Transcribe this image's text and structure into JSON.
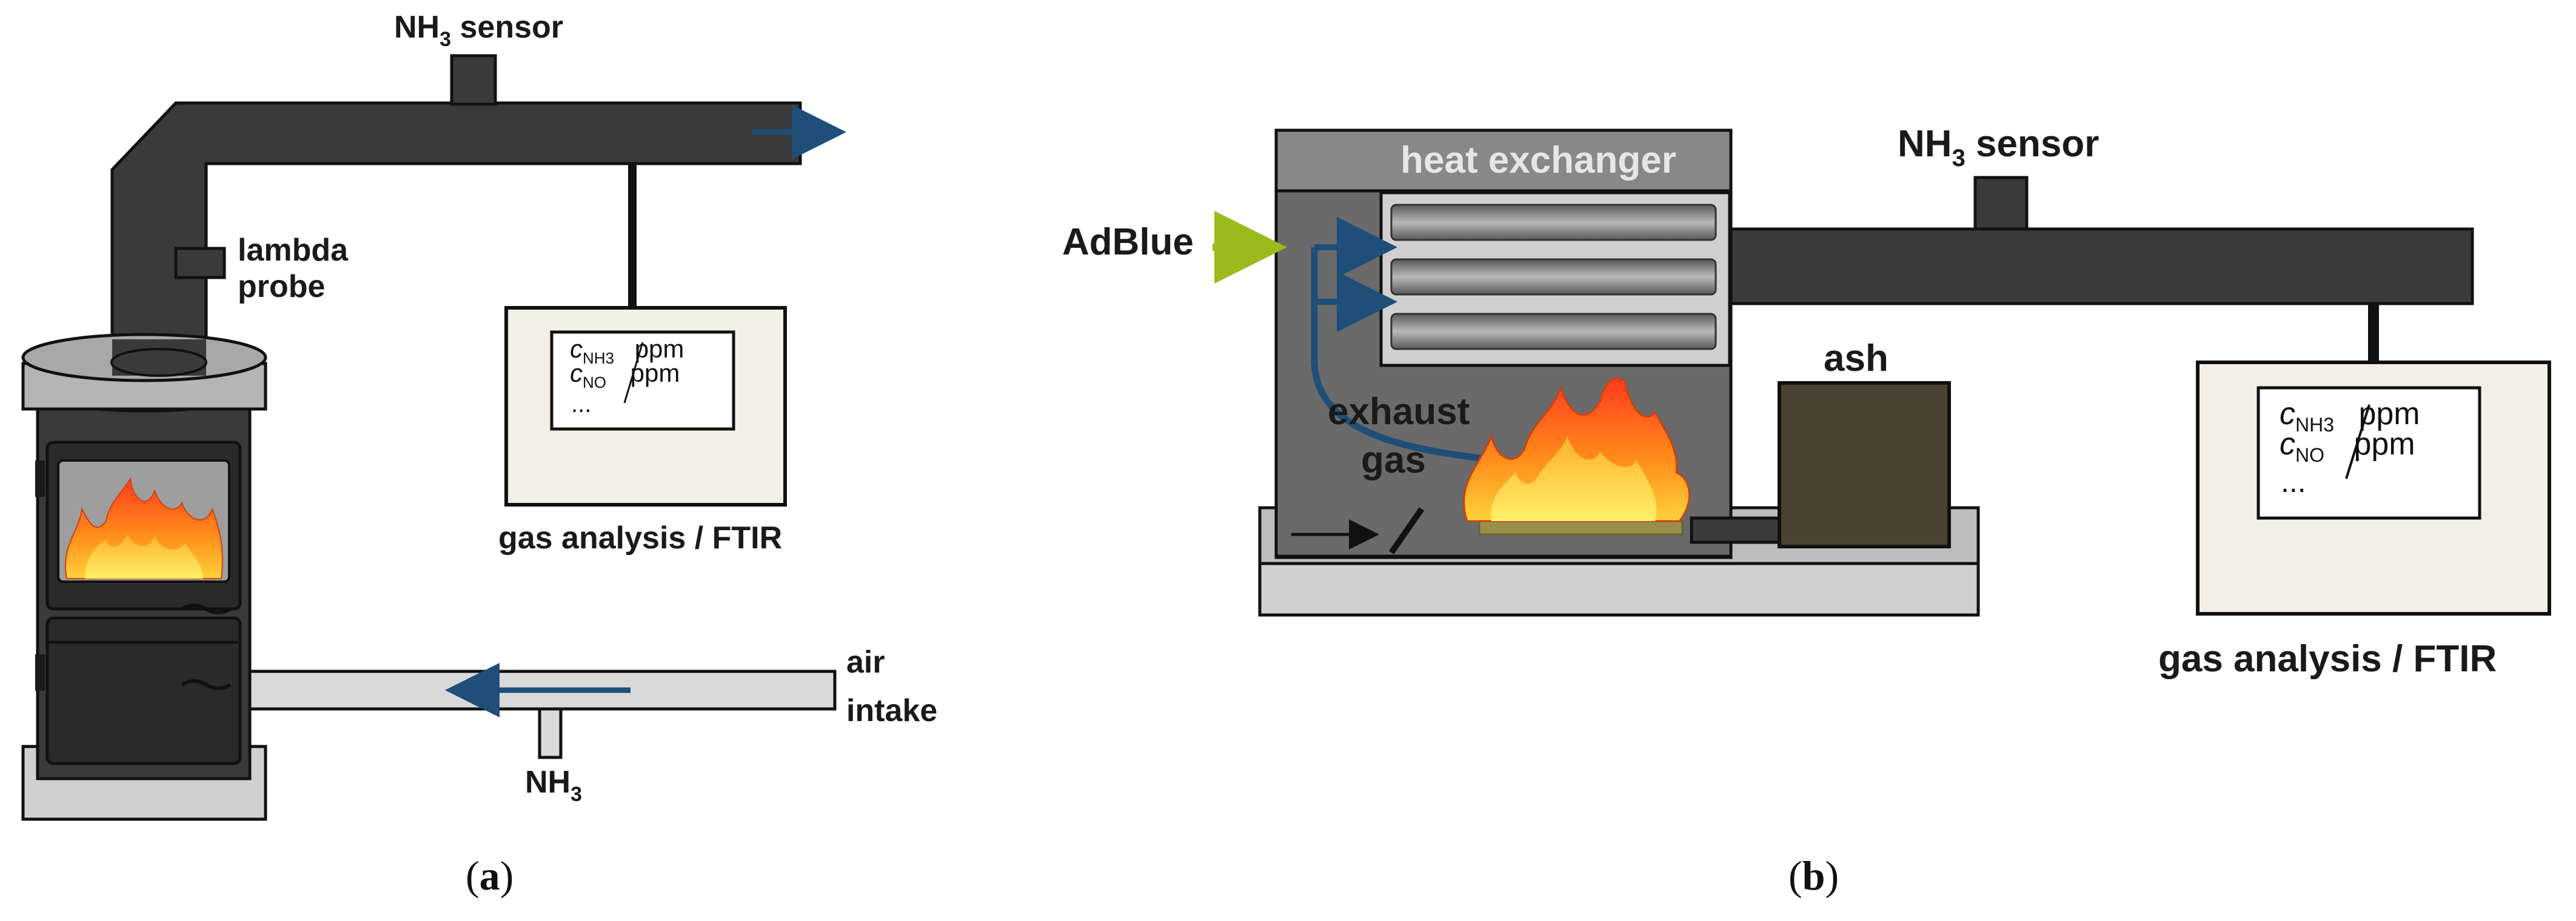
{
  "panel_a": {
    "caption_open": "(",
    "caption_letter": "a",
    "caption_close": ")",
    "sensor_label": {
      "main": "NH",
      "sub": "3",
      "rest": " sensor"
    },
    "lambda_label": [
      "lambda",
      "probe"
    ],
    "analyzer": {
      "line1": {
        "var": "c",
        "sub": "NH3",
        "unit": "ppm"
      },
      "line2": {
        "var": "c",
        "sub": "NO",
        "unit": "ppm"
      },
      "line3": "...",
      "caption": "gas analysis / FTIR"
    },
    "air_label": [
      "air",
      "intake"
    ],
    "nh3_label": {
      "main": "NH",
      "sub": "3"
    }
  },
  "panel_b": {
    "caption_open": "(",
    "caption_letter": "b",
    "caption_close": ")",
    "heat_exchanger_label": "heat exchanger",
    "adblue_label": "AdBlue",
    "exhaust_label": [
      "exhaust",
      "gas"
    ],
    "ash_label": "ash",
    "sensor_label": {
      "main": "NH",
      "sub": "3",
      "rest": " sensor"
    },
    "analyzer": {
      "line1": {
        "var": "c",
        "sub": "NH3",
        "unit": "ppm"
      },
      "line2": {
        "var": "c",
        "sub": "NO",
        "unit": "ppm"
      },
      "line3": "...",
      "caption": "gas analysis / FTIR"
    }
  },
  "colors": {
    "dark_pipe": "#3a3a3a",
    "light_pipe": "#d9d9d9",
    "flow_arrow": "#1f4e79",
    "adblue_arrow": "#9bbb1c",
    "ash_box": "#4a4331",
    "analyzer_bg": "#f2f0e6"
  }
}
